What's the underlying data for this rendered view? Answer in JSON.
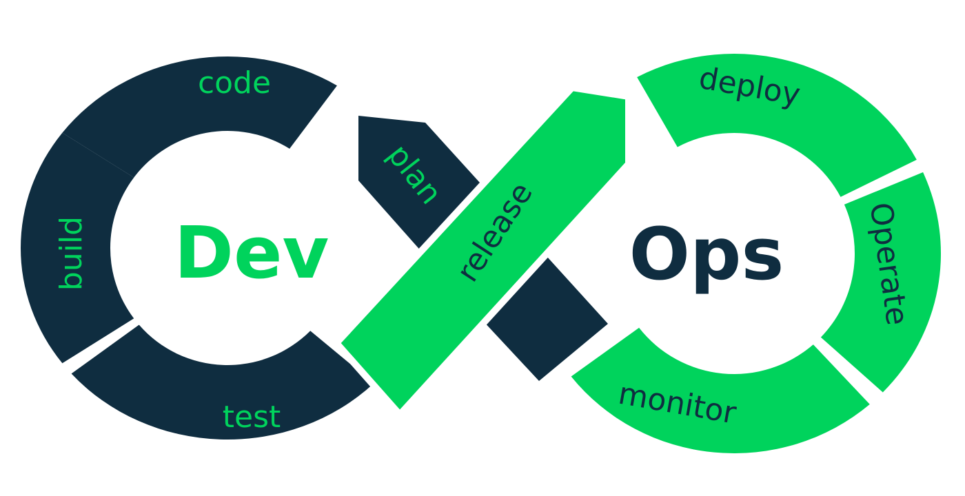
{
  "colors": {
    "navy": "#0f2d40",
    "green": "#00d35c",
    "background": "#ffffff"
  },
  "dev": {
    "title": "Dev",
    "stages": [
      {
        "key": "code",
        "label": "code"
      },
      {
        "key": "build",
        "label": "build"
      },
      {
        "key": "test",
        "label": "test"
      },
      {
        "key": "plan",
        "label": "plan"
      }
    ]
  },
  "ops": {
    "title": "Ops",
    "stages": [
      {
        "key": "release",
        "label": "release"
      },
      {
        "key": "deploy",
        "label": "deploy"
      },
      {
        "key": "operate",
        "label": "Operate"
      },
      {
        "key": "monitor",
        "label": "monitor"
      }
    ]
  }
}
